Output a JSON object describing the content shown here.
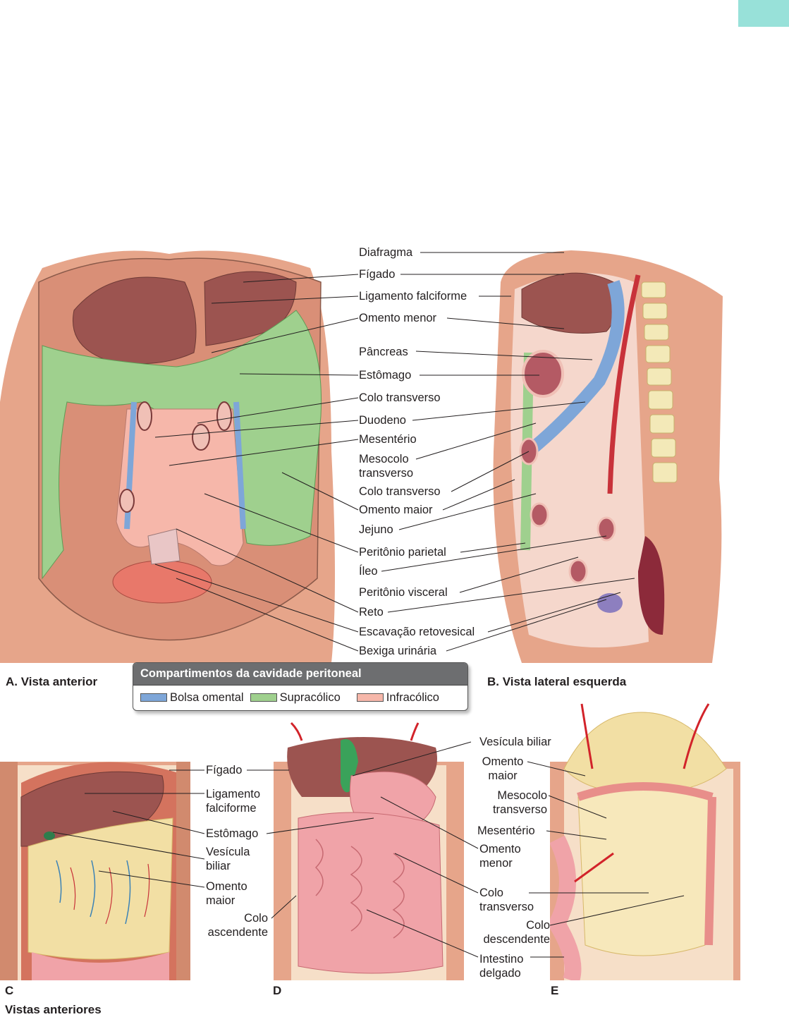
{
  "page_tab_color": "#98e1d9",
  "figure_A": {
    "caption": "A. Vista anterior",
    "labels": [
      "Diafragma",
      "Fígado",
      "Ligamento falciforme",
      "Omento menor",
      "Pâncreas",
      "Estômago",
      "Colo transverso",
      "Duodeno",
      "Mesentério",
      "Mesocolo transverso",
      "Colo transverso",
      "Omento maior",
      "Jejuno",
      "Peritônio parietal",
      "Íleo",
      "Peritônio visceral",
      "Reto",
      "Escavação retovesical",
      "Bexiga urinária"
    ]
  },
  "figure_B": {
    "caption": "B. Vista lateral esquerda"
  },
  "legend": {
    "title": "Compartimentos da cavidade peritoneal",
    "items": [
      {
        "label": "Bolsa omental",
        "color": "#7ea6d8"
      },
      {
        "label": "Supracólico",
        "color": "#9fd08e"
      },
      {
        "label": "Infracólico",
        "color": "#f6b7aa"
      }
    ]
  },
  "figure_C": {
    "letter": "C",
    "labels": [
      "Fígado",
      "Ligamento falciforme",
      "Estômago",
      "Vesícula biliar",
      "Omento maior",
      "Colo ascendente"
    ]
  },
  "figure_D": {
    "letter": "D",
    "labels": [
      "Vesícula biliar",
      "Omento menor",
      "Colo transverso",
      "Intestino delgado"
    ]
  },
  "figure_E": {
    "letter": "E",
    "labels": [
      "Omento maior",
      "Mesocolo transverso",
      "Mesentério",
      "Colo descendente"
    ]
  },
  "bottom_caption": "Vistas anteriores",
  "colors": {
    "skin": "#e8a98e",
    "liver": "#a45a55",
    "supracolic": "#9fd08e",
    "infracolic": "#f6b7aa",
    "omental_bursa": "#7ea6d8",
    "omentum": "#f2dfa4",
    "intestine": "#f0a3a8",
    "artery": "#c8323a"
  }
}
